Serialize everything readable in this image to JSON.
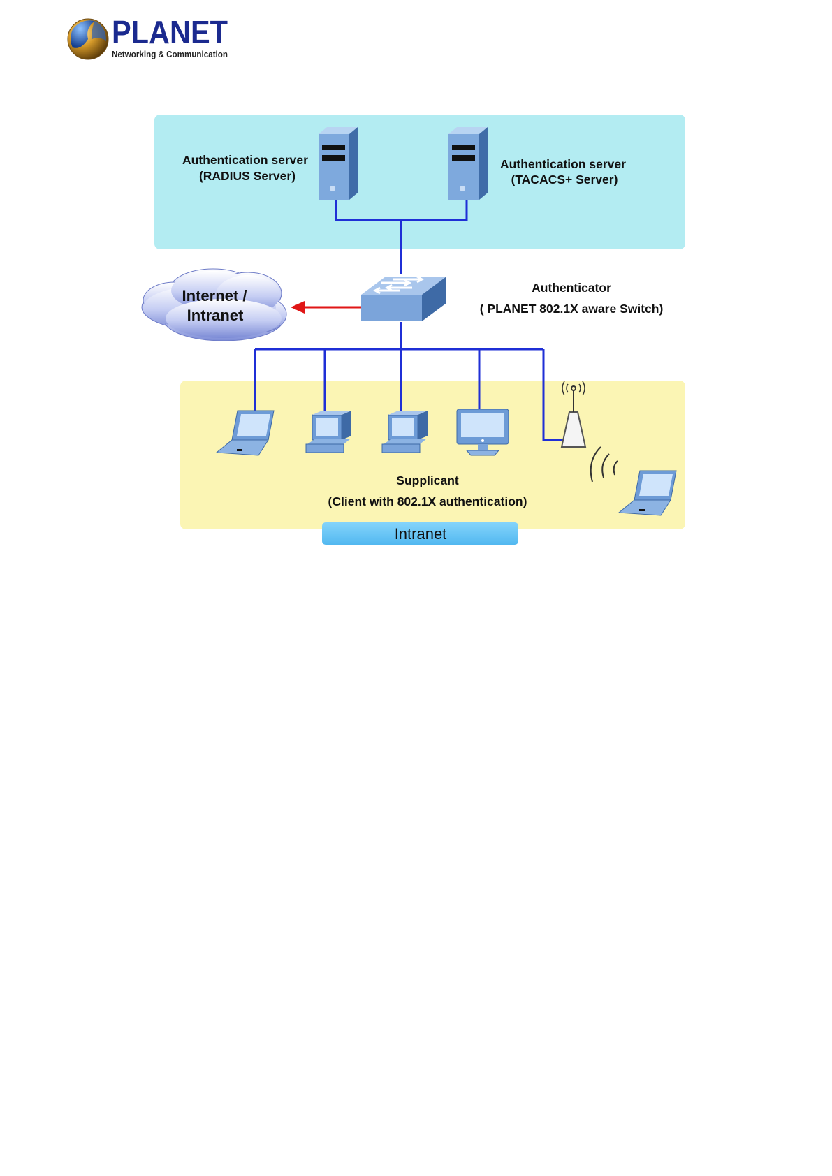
{
  "logo": {
    "brand": "PLANET",
    "tagline": "Networking & Communication"
  },
  "colors": {
    "server_zone": "#b3ecf2",
    "client_zone": "#fbf5b4",
    "intranet_bar": "#64c6f7",
    "link": "#1f2fd6",
    "arrow": "#e01616",
    "cloud_text": "#1a2a88"
  },
  "diagram": {
    "radius_server": {
      "line1": "Authentication server",
      "line2": "(RADIUS Server)"
    },
    "tacacs_server": {
      "line1": "Authentication server",
      "line2": "(TACACS+ Server)"
    },
    "authenticator": {
      "line1": "Authenticator",
      "line2": "( PLANET 802.1X aware Switch)"
    },
    "cloud": {
      "line1": "Internet /",
      "line2": "Intranet"
    },
    "supplicant": {
      "line1": "Supplicant",
      "line2": "(Client with 802.1X authentication)"
    },
    "intranet_label": "Intranet"
  }
}
